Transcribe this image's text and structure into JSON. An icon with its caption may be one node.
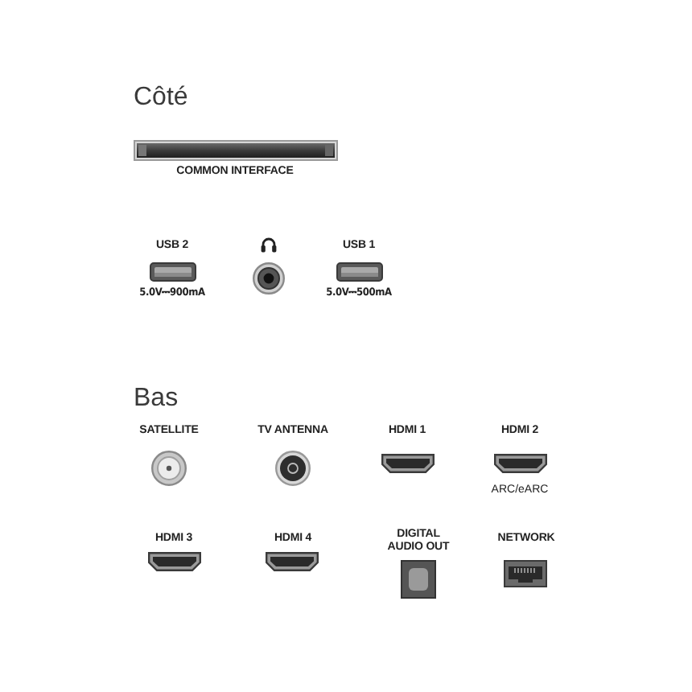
{
  "diagram": {
    "labels": [
      "Côté",
      "COMMON INTERFACE",
      "USB 2",
      "5.0V⎓900mA",
      "USB 1",
      "5.0V⎓500mA",
      "Bas",
      "SATELLITE",
      "TV ANTENNA",
      "HDMI 1",
      "HDMI 2",
      "ARC/eARC",
      "HDMI 3",
      "HDMI 4",
      "DIGITAL AUDIO OUT",
      "NETWORK"
    ]
  }
}
